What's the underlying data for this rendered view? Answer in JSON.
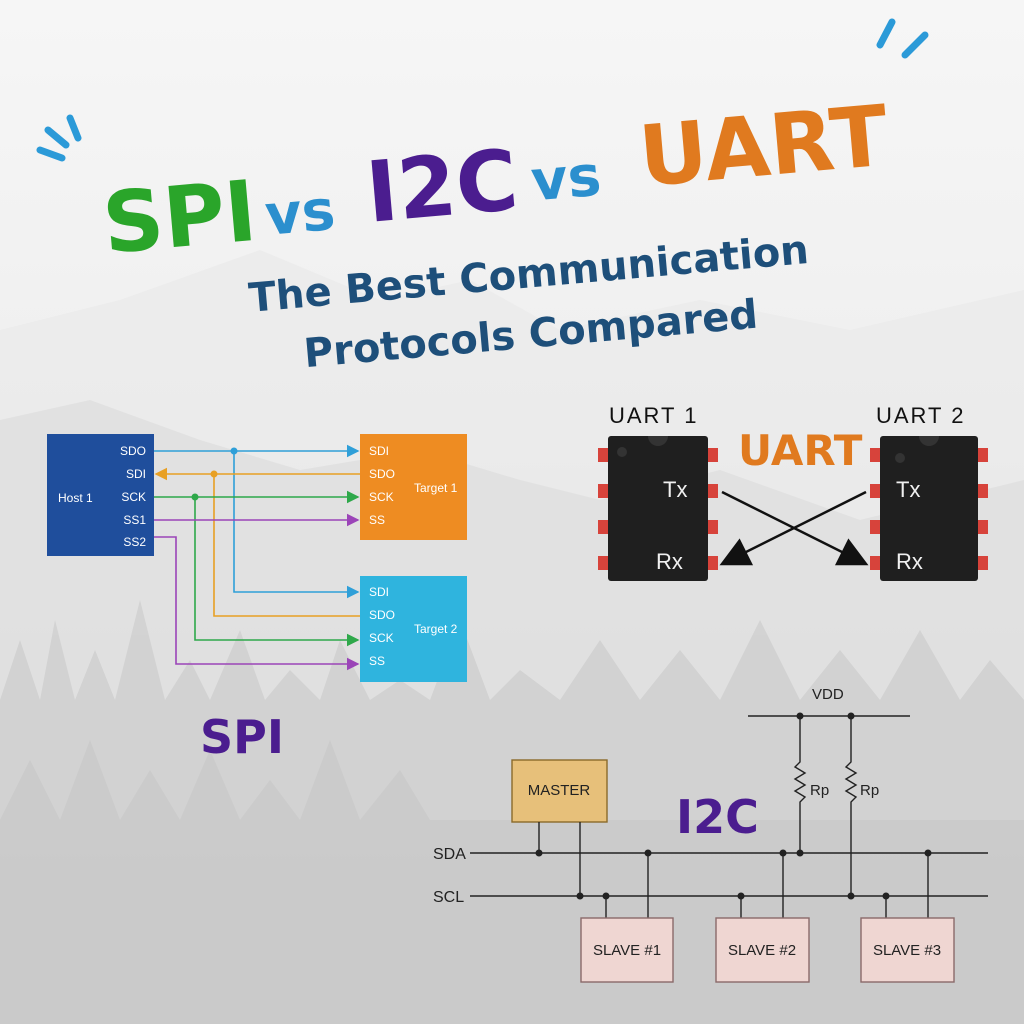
{
  "title": {
    "part1": "SPI",
    "part2": "vs",
    "part3": "I2C",
    "part4": "vs",
    "part5": "UART",
    "subtitle_line1": "The Best Communication",
    "subtitle_line2": "Protocols Compared",
    "colors": {
      "spi": "#2aa52a",
      "vs": "#2b8fce",
      "i2c": "#4b1d8f",
      "uart": "#e07a1f",
      "subtitle": "#1e4f7a"
    }
  },
  "spi": {
    "label": "SPI",
    "host": {
      "name": "Host 1",
      "pins": [
        "SDO",
        "SDI",
        "SCK",
        "SS1",
        "SS2"
      ],
      "color": "#1f4e9c"
    },
    "targets": [
      {
        "name": "Target 1",
        "pins": [
          "SDI",
          "SDO",
          "SCK",
          "SS"
        ],
        "color": "#ee8c22"
      },
      {
        "name": "Target 2",
        "pins": [
          "SDI",
          "SDO",
          "SCK",
          "SS"
        ],
        "color": "#2fb4de"
      }
    ],
    "wire_colors": {
      "sdo": "#2f9fd8",
      "sdi": "#e8a024",
      "sck": "#2ea84a",
      "ss": "#9b44b8"
    }
  },
  "uart": {
    "label": "UART",
    "chip1": {
      "name": "UART 1",
      "tx": "Tx",
      "rx": "Rx"
    },
    "chip2": {
      "name": "UART 2",
      "tx": "Tx",
      "rx": "Rx"
    }
  },
  "i2c": {
    "label": "I2C",
    "vdd": "VDD",
    "resistors": [
      "Rp",
      "Rp"
    ],
    "sda": "SDA",
    "scl": "SCL",
    "master": "MASTER",
    "slaves": [
      "SLAVE #1",
      "SLAVE #2",
      "SLAVE #3"
    ],
    "master_color": "#e7c07a",
    "slave_color": "#efd6d2"
  }
}
